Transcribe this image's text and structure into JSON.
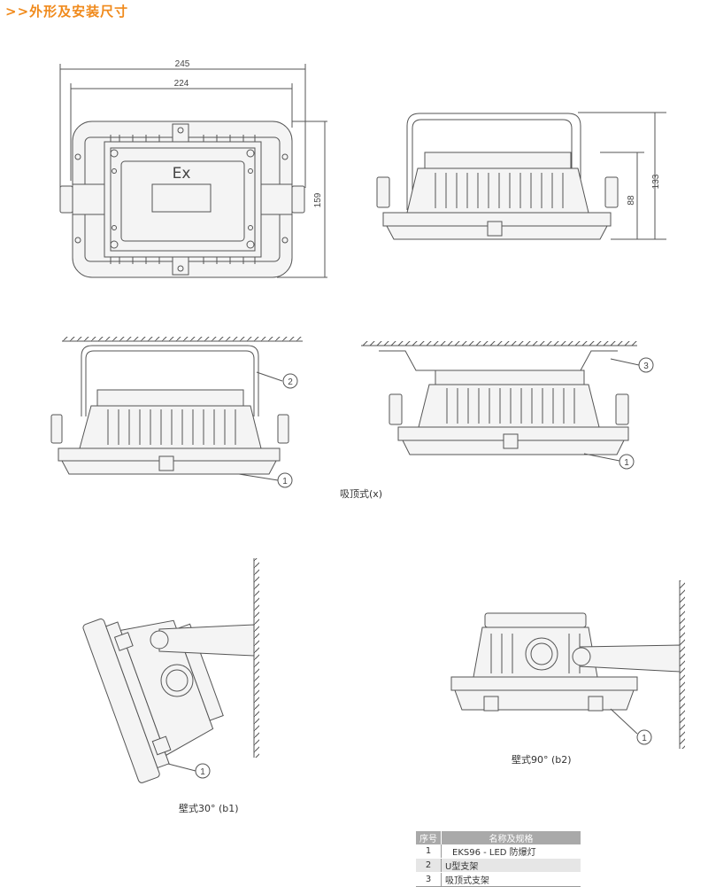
{
  "title": ">>外形及安装尺寸",
  "dimensions": {
    "width_outer": "245",
    "width_inner": "224",
    "depth": "159",
    "height_total": "133",
    "height_body": "88"
  },
  "marking": "Ex",
  "callouts": {
    "c1": "1",
    "c2": "2",
    "c3": "3"
  },
  "captions": {
    "ceiling": "吸顶式(x)",
    "wall30": "壁式30° (b1)",
    "wall90": "壁式90° (b2)"
  },
  "table": {
    "headers": [
      "序号",
      "名称及规格"
    ],
    "rows": [
      {
        "no": "1",
        "name": "EKS96 - LED 防爆灯"
      },
      {
        "no": "2",
        "name": "U型支架"
      },
      {
        "no": "3",
        "name": "吸顶式支架"
      }
    ]
  }
}
